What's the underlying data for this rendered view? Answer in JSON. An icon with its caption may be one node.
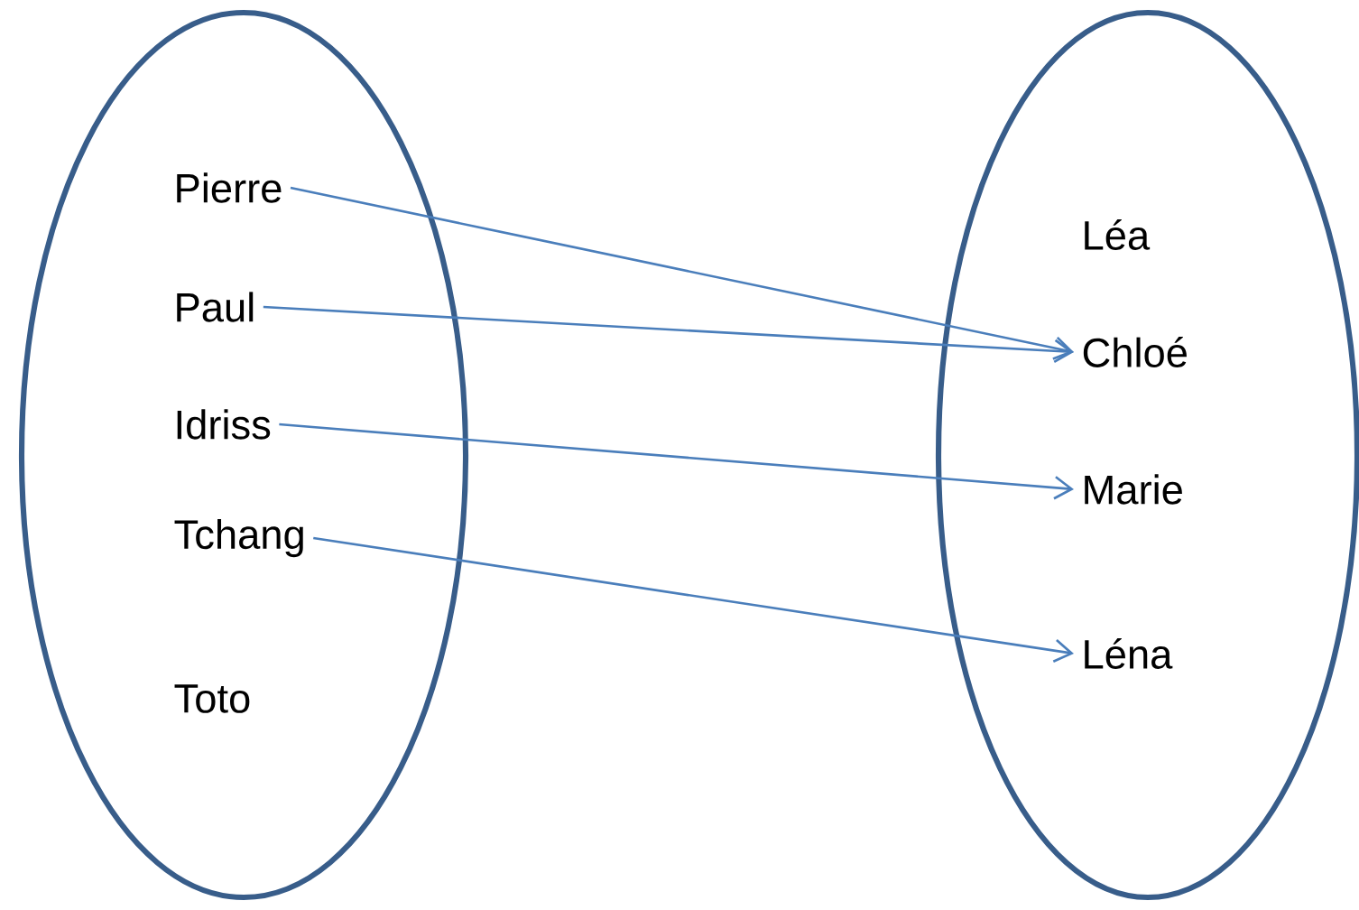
{
  "diagram": {
    "nodes": [
      {
        "text": [],
        "shape": "ellipse"
      },
      {
        "text": [
          "Pierre"
        ],
        "in": 0
      },
      {
        "text": [
          "Paul"
        ],
        "in": 0
      },
      {
        "text": [
          "Idriss"
        ],
        "in": 0
      },
      {
        "text": [
          "Tchang"
        ],
        "in": 0
      },
      {
        "text": [
          "Toto"
        ],
        "in": 0
      },
      {
        "text": [],
        "shape": "ellipse"
      },
      {
        "text": [
          "Léa"
        ],
        "in": 6
      },
      {
        "text": [
          "Chloé"
        ],
        "in": 6
      },
      {
        "text": [
          "Marie"
        ],
        "in": 6
      },
      {
        "text": [
          "Léna"
        ],
        "in": 6
      }
    ],
    "edges": [
      {
        "from": 1,
        "to": 8,
        "arrow": "to"
      },
      {
        "from": 2,
        "to": 8,
        "arrow": "to"
      },
      {
        "from": 3,
        "to": 9,
        "arrow": "to"
      },
      {
        "from": 4,
        "to": 10,
        "arrow": "to"
      }
    ]
  }
}
